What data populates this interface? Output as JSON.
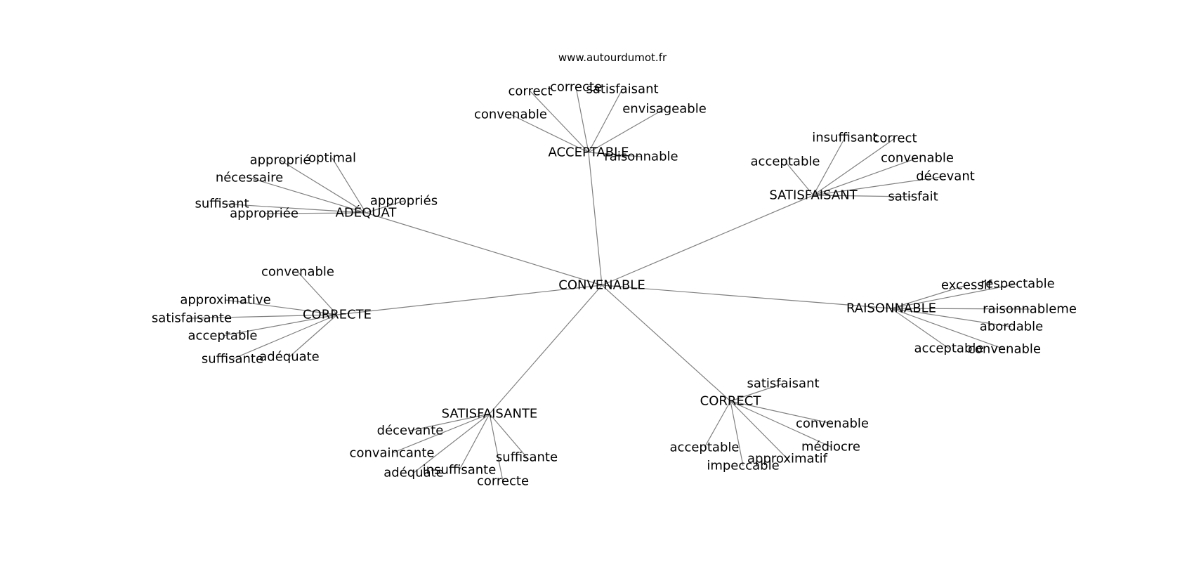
{
  "source": "www.autourdumot.fr",
  "root": "CONVENABLE",
  "clusters": [
    {
      "hub": "ACCEPTABLE",
      "leaves": [
        "correct",
        "correcte",
        "satisfaisant",
        "convenable",
        "envisageable",
        "raisonnable"
      ]
    },
    {
      "hub": "ADÉQUAT",
      "leaves": [
        "approprié",
        "optimal",
        "nécessaire",
        "appropriés",
        "suffisant",
        "appropriée"
      ]
    },
    {
      "hub": "SATISFAISANT",
      "leaves": [
        "insuffisant",
        "correct",
        "acceptable",
        "convenable",
        "décevant",
        "satisfait"
      ]
    },
    {
      "hub": "CORRECTE",
      "leaves": [
        "convenable",
        "approximative",
        "satisfaisante",
        "acceptable",
        "suffisante",
        "adéquate"
      ]
    },
    {
      "hub": "RAISONNABLE",
      "leaves": [
        "excessif",
        "respectable",
        "raisonnableme",
        "abordable",
        "acceptable",
        "convenable"
      ]
    },
    {
      "hub": "SATISFAISANTE",
      "leaves": [
        "décevante",
        "convaincante",
        "suffisante",
        "adéquate",
        "insuffisante",
        "correcte"
      ]
    },
    {
      "hub": "CORRECT",
      "leaves": [
        "satisfaisant",
        "convenable",
        "médiocre",
        "acceptable",
        "approximatif",
        "impeccable"
      ]
    }
  ]
}
